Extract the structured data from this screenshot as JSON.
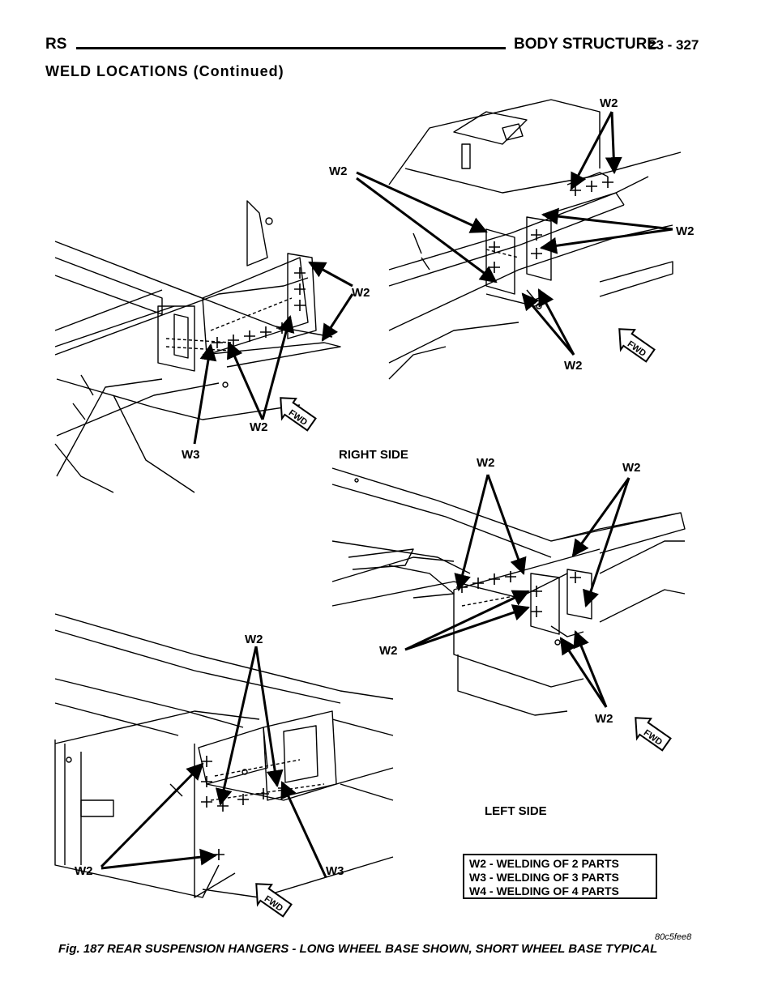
{
  "header": {
    "left": "RS",
    "right": "BODY STRUCTURE",
    "page": "23 - 327"
  },
  "section_title": "WELD LOCATIONS (Continued)",
  "figure": {
    "side_labels": {
      "right": "RIGHT SIDE",
      "left": "LEFT SIDE"
    },
    "callout_w2": "W2",
    "callout_w3": "W3",
    "fwd": "FWD",
    "legend": [
      "W2 - WELDING OF 2 PARTS",
      "W3 - WELDING OF 3 PARTS",
      "W4 - WELDING OF 4 PARTS"
    ],
    "ref_code": "80c5fee8",
    "caption": "Fig. 187 REAR SUSPENSION HANGERS - LONG WHEEL BASE SHOWN, SHORT WHEEL BASE TYPICAL"
  }
}
